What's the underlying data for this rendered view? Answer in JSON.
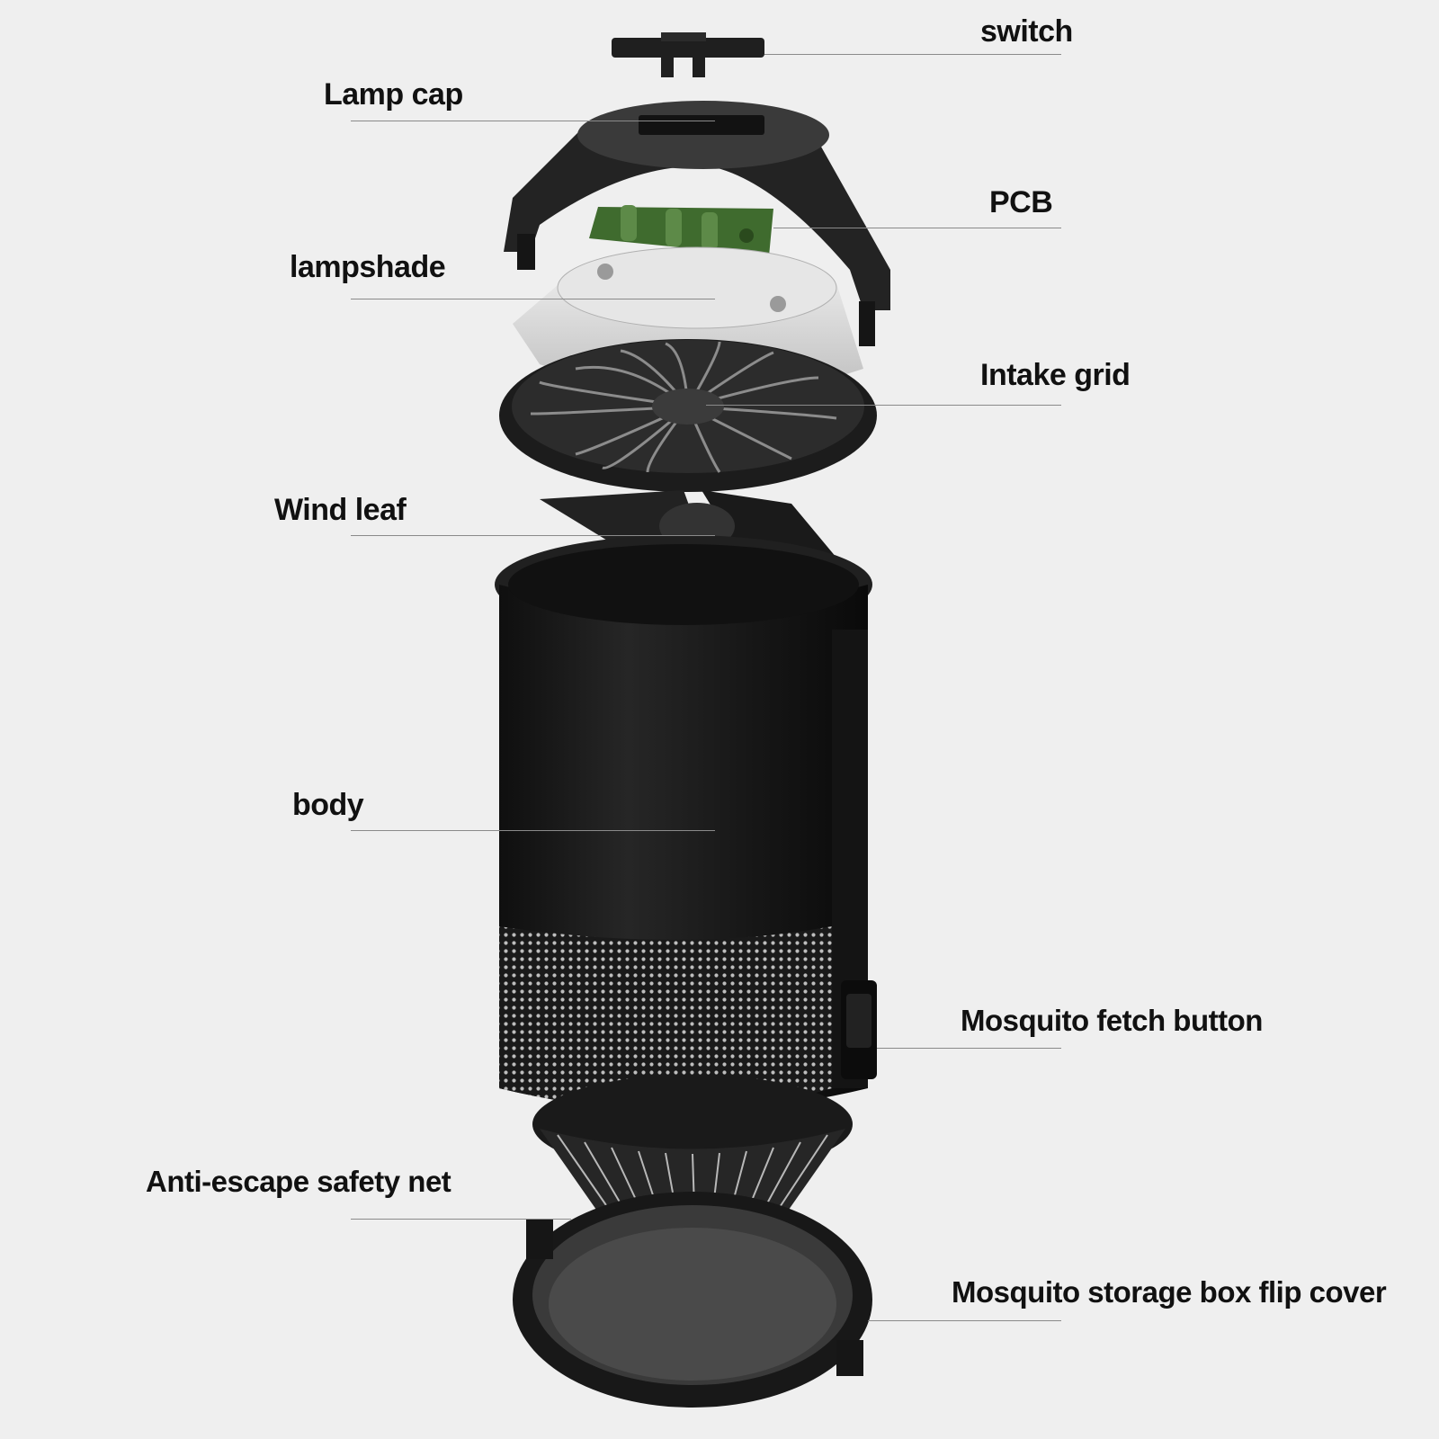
{
  "diagram": {
    "colors": {
      "background": "#efefef",
      "part_dark": "#1b1b1b",
      "pcb_green": "#3f6b2e",
      "lampshade": "#d8d8d8"
    },
    "parts": [
      {
        "id": "switch",
        "label": "switch"
      },
      {
        "id": "lamp-cap",
        "label": "Lamp cap"
      },
      {
        "id": "pcb",
        "label": "PCB"
      },
      {
        "id": "lampshade",
        "label": "lampshade"
      },
      {
        "id": "intake-grid",
        "label": "Intake grid"
      },
      {
        "id": "wind-leaf",
        "label": "Wind leaf"
      },
      {
        "id": "body",
        "label": "body"
      },
      {
        "id": "mosquito-fetch-button",
        "label": "Mosquito fetch button"
      },
      {
        "id": "anti-escape-safety-net",
        "label": "Anti-escape safety net"
      },
      {
        "id": "storage-box-flip-cover",
        "label": "Mosquito storage box flip cover"
      }
    ]
  }
}
